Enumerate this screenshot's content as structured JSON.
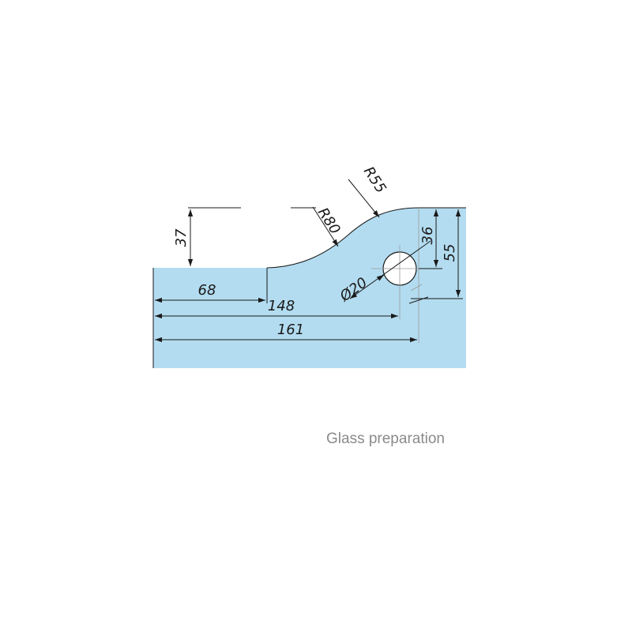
{
  "caption": "Glass preparation",
  "dimensions": {
    "d37": "37",
    "d68": "68",
    "d148": "148",
    "d161": "161",
    "d36": "36",
    "d55": "55",
    "r80": "R80",
    "r55": "R55",
    "hole": "Ø20"
  },
  "colors": {
    "glass": "#b3dcf0",
    "line": "#1a1a1a",
    "caption": "#8a8a8a"
  }
}
